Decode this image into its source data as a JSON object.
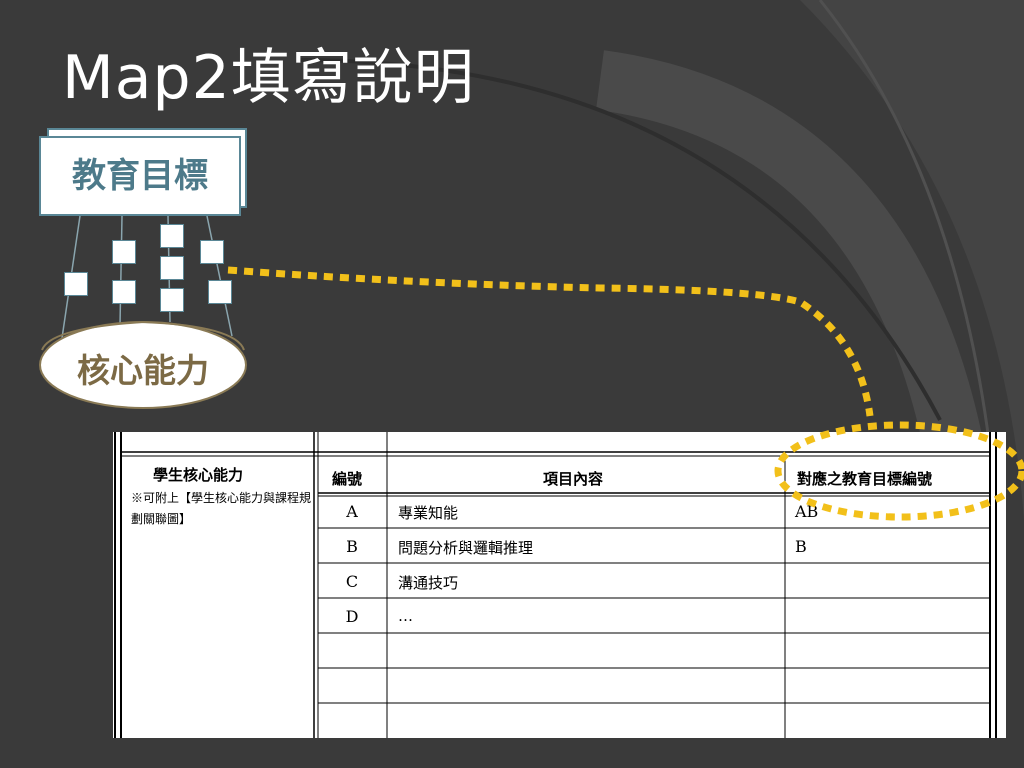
{
  "slide": {
    "title": "Map2填寫說明",
    "colors": {
      "background": "#3a3a3a",
      "accent_dots": "#f2c01a",
      "box_border": "#5a8796",
      "goal_text": "#4d7a8a",
      "core_text": "#7c6a45"
    }
  },
  "diagram": {
    "goal_label": "教育目標",
    "core_label": "核心能力"
  },
  "table": {
    "headers": {
      "core": "學生核心能力",
      "code": "編號",
      "content": "項目內容",
      "mapping": "對應之教育目標編號"
    },
    "note": "※可附上【學生核心能力與課程規劃關聯圖】",
    "rows": [
      {
        "code": "A",
        "content": "專業知能",
        "mapping": "AB"
      },
      {
        "code": "B",
        "content": "問題分析與邏輯推理",
        "mapping": "B"
      },
      {
        "code": "C",
        "content": "溝通技巧",
        "mapping": ""
      },
      {
        "code": "D",
        "content": "…",
        "mapping": ""
      }
    ]
  }
}
